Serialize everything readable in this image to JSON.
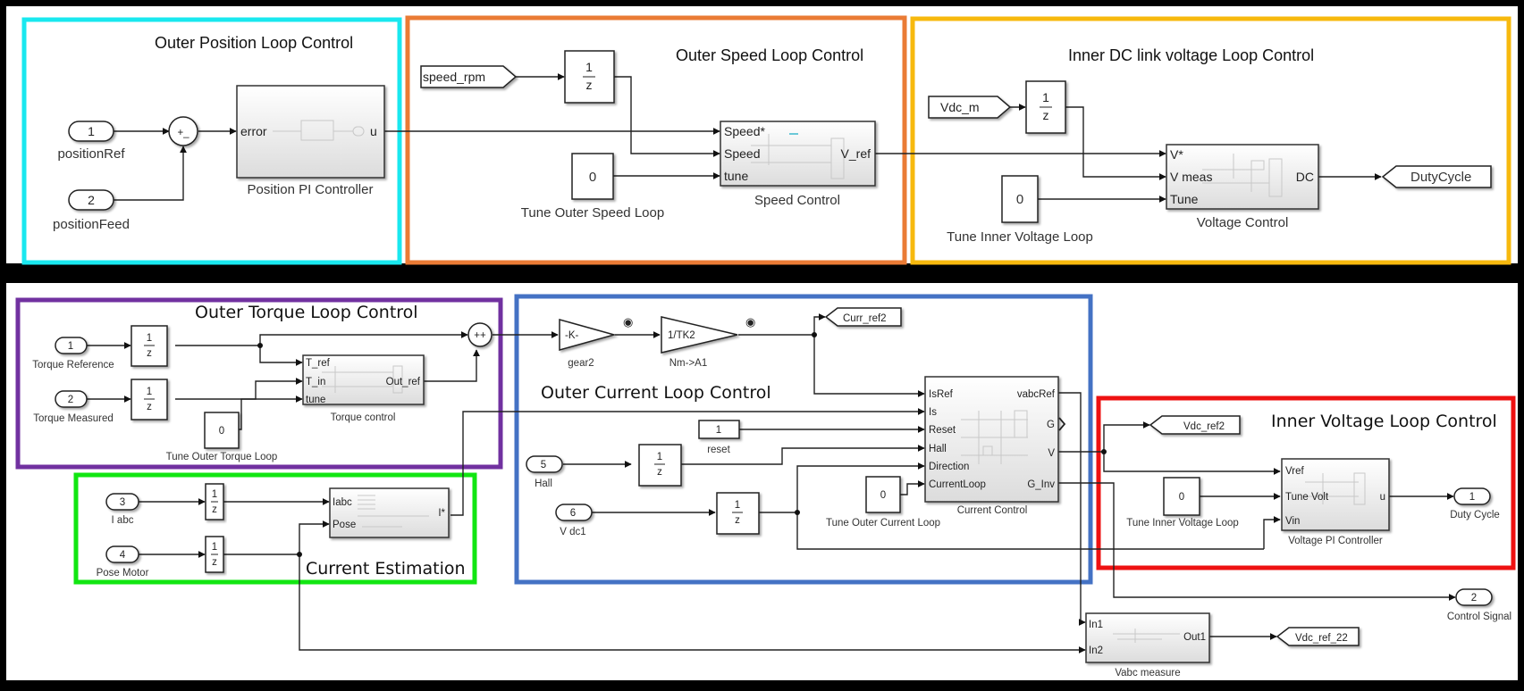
{
  "diagram": {
    "type": "simulink-block-diagram",
    "panels": [
      "top",
      "bottom"
    ],
    "colors": {
      "position_loop": "#19e8ef",
      "speed_loop": "#ea7b35",
      "dc_link_loop": "#f7b90e",
      "torque_loop": "#7131a0",
      "current_estimation": "#11e611",
      "current_loop": "#4472c4",
      "inner_voltage_loop": "#ee1111",
      "panel_border": "#000000"
    },
    "groups": {
      "position": {
        "title": "Outer Position Loop Control"
      },
      "speed": {
        "title": "Outer Speed Loop Control"
      },
      "dclink": {
        "title": "Inner DC link voltage Loop Control"
      },
      "torque": {
        "title": "Outer Torque Loop Control"
      },
      "estimation": {
        "title": "Current Estimation"
      },
      "current": {
        "title": "Outer Current Loop Control"
      },
      "voltage": {
        "title": "Inner Voltage Loop Control"
      }
    },
    "blocks": {
      "in_positionRef": {
        "num": "1",
        "label": "positionRef"
      },
      "in_positionFeed": {
        "num": "2",
        "label": "positionFeed"
      },
      "sum_position": {
        "signs": "+_"
      },
      "position_pi": {
        "label": "Position PI Controller",
        "in": [
          "error"
        ],
        "out": [
          "u"
        ]
      },
      "from_speed_rpm": {
        "label": "speed_rpm"
      },
      "delay_speed": {
        "num": "1",
        "den": "z"
      },
      "const_speed": {
        "value": "0",
        "label": "Tune Outer Speed Loop"
      },
      "speed_control": {
        "label": "Speed Control",
        "in": [
          "Speed*",
          "Speed",
          "tune"
        ],
        "out": [
          "V_ref"
        ]
      },
      "from_vdc_m": {
        "label": "Vdc_m"
      },
      "delay_vdc": {
        "num": "1",
        "den": "z"
      },
      "const_voltage": {
        "value": "0",
        "label": "Tune Inner Voltage Loop"
      },
      "voltage_control": {
        "label": "Voltage Control",
        "in": [
          "V*",
          "V meas",
          "Tune"
        ],
        "out": [
          "DC"
        ]
      },
      "goto_dutycycle": {
        "label": "DutyCycle"
      },
      "in_torque_ref": {
        "num": "1",
        "label": "Torque Reference"
      },
      "in_torque_meas": {
        "num": "2",
        "label": "Torque Measured"
      },
      "delay_tref": {
        "num": "1",
        "den": "z"
      },
      "delay_tmeas": {
        "num": "1",
        "den": "z"
      },
      "const_torque": {
        "value": "0",
        "label": "Tune Outer Torque Loop"
      },
      "torque_control": {
        "label": "Torque control",
        "in": [
          "T_ref",
          "T_in",
          "tune"
        ],
        "out": [
          "Out_ref"
        ]
      },
      "sum_torque": {
        "signs": "++"
      },
      "in_iabc": {
        "num": "3",
        "label": "I abc"
      },
      "in_pose": {
        "num": "4",
        "label": "Pose Motor"
      },
      "delay_iabc": {
        "num": "1",
        "den": "z"
      },
      "delay_pose": {
        "num": "1",
        "den": "z"
      },
      "estimator": {
        "in": [
          "Iabc",
          "Pose"
        ],
        "out": [
          "I*"
        ]
      },
      "gain_gear2": {
        "value": "-K-",
        "label": "gear2"
      },
      "gain_nm_a1": {
        "value": "1/TK2",
        "label": "Nm->A1"
      },
      "goto_curr_ref2": {
        "label": "Curr_ref2"
      },
      "const_reset": {
        "value": "1",
        "label": "reset"
      },
      "in_hall": {
        "num": "5",
        "label": "Hall"
      },
      "in_vdc1": {
        "num": "6",
        "label": "V dc1"
      },
      "delay_hall": {
        "num": "1",
        "den": "z"
      },
      "delay_vdc1": {
        "num": "1",
        "den": "z"
      },
      "const_current": {
        "value": "0",
        "label": "Tune Outer Current Loop"
      },
      "current_control": {
        "label": "Current Control",
        "in": [
          "IsRef",
          "Is",
          "Reset",
          "Hall",
          "Direction",
          "CurrentLoop"
        ],
        "out": [
          "vabcRef",
          "G",
          "V",
          "G_Inv"
        ]
      },
      "goto_vdc_ref2": {
        "label": "Vdc_ref2"
      },
      "const_inner_volt": {
        "value": "0",
        "label": "Tune Inner Voltage Loop"
      },
      "voltage_pi": {
        "label": "Voltage PI Controller",
        "in": [
          "Vref",
          "Tune Volt",
          "Vin"
        ],
        "out": [
          "u"
        ]
      },
      "out_duty": {
        "num": "1",
        "label": "Duty Cycle"
      },
      "out_control": {
        "num": "2",
        "label": "Control Signal"
      },
      "vabc_measure": {
        "label": "Vabc measure",
        "in": [
          "In1",
          "In2"
        ],
        "out": [
          "Out1"
        ]
      },
      "goto_vdc_ref_22": {
        "label": "Vdc_ref_22"
      }
    }
  }
}
